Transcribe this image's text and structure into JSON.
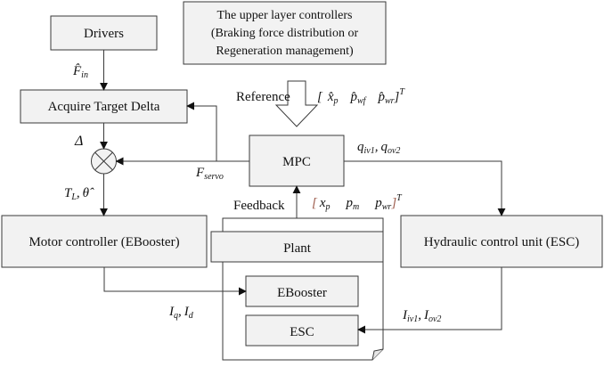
{
  "blocks": {
    "drivers": "Drivers",
    "upper_line1": "The upper layer controllers",
    "upper_line2": "(Braking force distribution or",
    "upper_line3": "Regeneration management)",
    "acquire": "Acquire Target Delta",
    "mpc": "MPC",
    "motor": "Motor controller (EBooster)",
    "plant": "Plant",
    "hcu": "Hydraulic control unit (ESC)",
    "ebooster": "EBooster",
    "esc": "ESC"
  },
  "labels": {
    "reference": "Reference",
    "feedback": "Feedback",
    "delta": "Δ",
    "f_in": "F̂",
    "f_in_sub": "in",
    "ref_vec_open": "[",
    "ref_x": "x̂",
    "ref_x_sub": "p",
    "ref_pwf": "p̂",
    "ref_pwf_sub": "wf",
    "ref_pwr": "p̂",
    "ref_pwr_sub": "wr",
    "ref_vec_close": "]",
    "transpose": "T",
    "fb_vec_open": "[",
    "fb_x": "x",
    "fb_x_sub": "p",
    "fb_pm": "p",
    "fb_pm_sub": "m",
    "fb_pwr": "p",
    "fb_pwr_sub": "wr",
    "fb_vec_close": "]",
    "fb_transpose": "T",
    "f_servo": "F",
    "f_servo_sub": "servo",
    "q_iv1": "q",
    "q_iv1_sub": "iv1",
    "q_ov2": "q",
    "q_ov2_sub": "ov2",
    "comma": ",",
    "tl": "T",
    "tl_sub": "L",
    "theta_hat": "θ̂",
    "iq": "I",
    "iq_sub": "q",
    "id": "I",
    "id_sub": "d",
    "i_iv1": "I",
    "i_iv1_sub": "iv1",
    "i_ov2": "I",
    "i_ov2_sub": "ov2"
  }
}
